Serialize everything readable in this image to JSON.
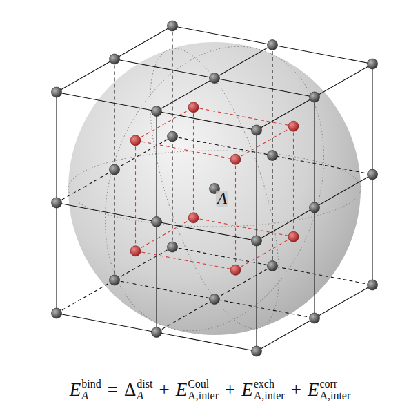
{
  "diagram": {
    "labels": [
      "A",
      "E",
      "bind",
      "A",
      "=",
      "Δ",
      "dist",
      "A",
      "+",
      "E",
      "Coul",
      "A,inter",
      "+",
      "E",
      "exch",
      "A,inter",
      "+",
      "E",
      "corr",
      "A,inter"
    ]
  }
}
